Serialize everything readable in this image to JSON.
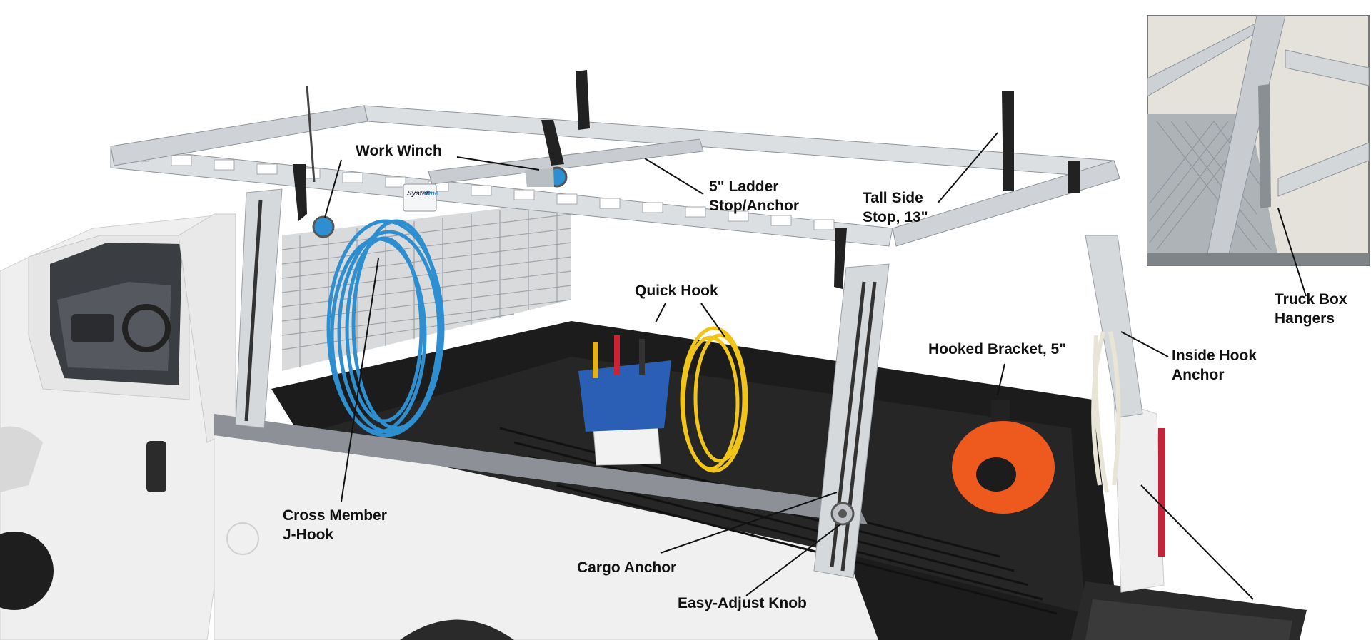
{
  "callouts": {
    "work_winch": {
      "lines": [
        "Work Winch"
      ]
    },
    "ladder_stop": {
      "lines": [
        "5\" Ladder",
        "Stop/Anchor"
      ]
    },
    "tall_side_stop": {
      "lines": [
        "Tall Side",
        "Stop, 13\""
      ]
    },
    "truck_box_hangers": {
      "lines": [
        "Truck Box",
        "Hangers"
      ]
    },
    "quick_hook": {
      "lines": [
        "Quick Hook"
      ]
    },
    "hooked_bracket": {
      "lines": [
        "Hooked Bracket, 5\""
      ]
    },
    "inside_hook_anchor": {
      "lines": [
        "Inside Hook",
        "Anchor"
      ]
    },
    "cross_member_jhook": {
      "lines": [
        "Cross Member",
        "J-Hook"
      ]
    },
    "cargo_anchor": {
      "lines": [
        "Cargo Anchor"
      ]
    },
    "easy_adjust_knob": {
      "lines": [
        "Easy-Adjust Knob"
      ]
    }
  },
  "rack_logo": {
    "line1": "System",
    "line2": "One"
  },
  "colors": {
    "truck_white": "#f2f2f2",
    "rack_aluminum": "#d6d9dc",
    "bed_liner": "#1c1c1c",
    "hose_blue": "#2e8fd0",
    "cord_yellow": "#f0c419",
    "reel_orange": "#ee5a1e",
    "strap_black": "#222222",
    "inset_background": "#e5e2dc"
  }
}
